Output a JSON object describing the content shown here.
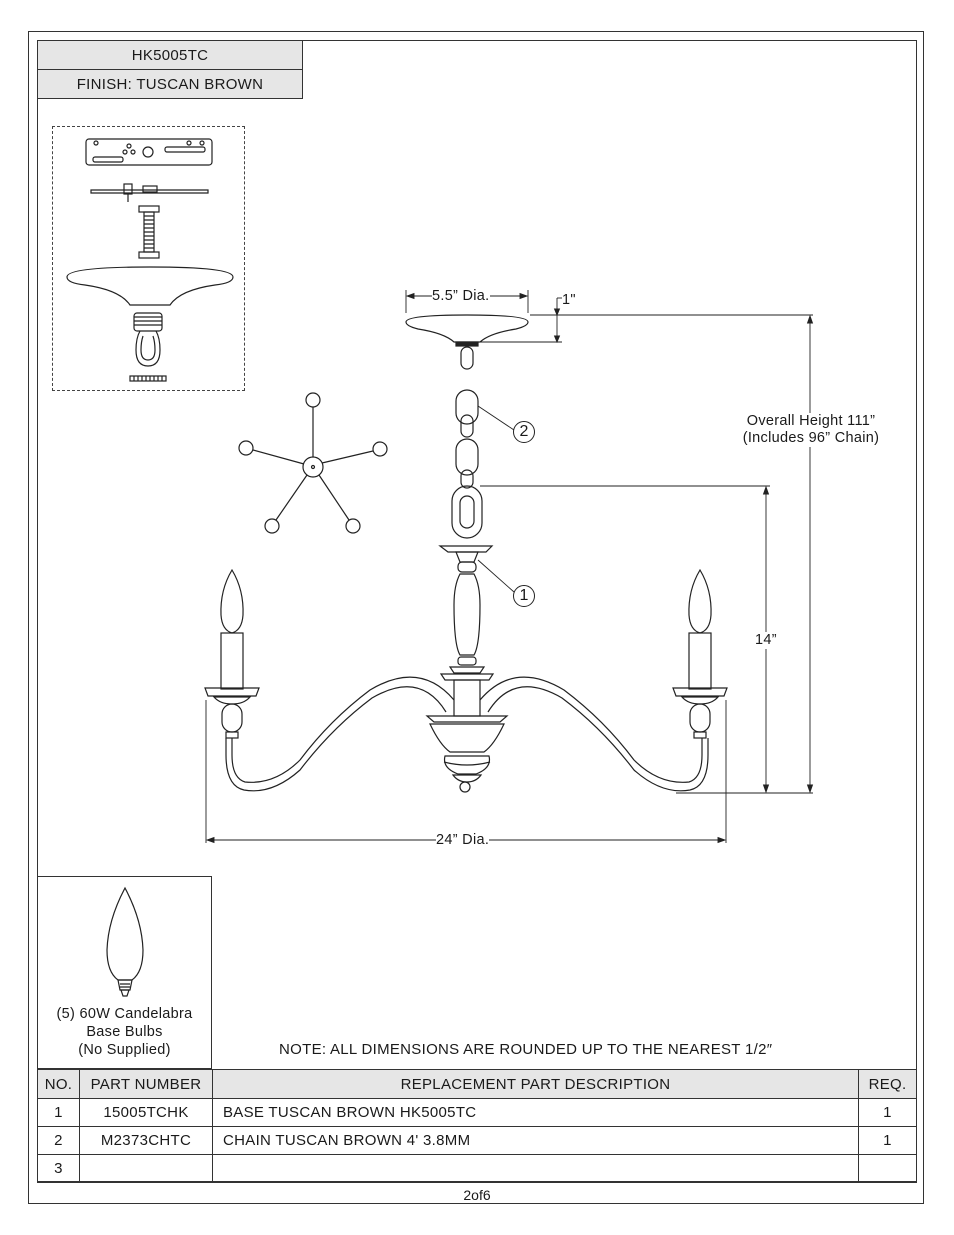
{
  "header": {
    "model": "HK5005TC",
    "finish": "FINISH: TUSCAN BROWN"
  },
  "dimensions": {
    "canopy_diameter": "5.5” Dia.",
    "canopy_height": "1\"",
    "overall_height_line1": "Overall Height 111”",
    "overall_height_line2": "(Includes 96” Chain)",
    "body_height": "14”",
    "fixture_diameter": "24” Dia."
  },
  "callouts": [
    "1",
    "2"
  ],
  "bulb": {
    "line1": "(5) 60W Candelabra",
    "line2": "Base Bulbs",
    "line3": "(No Supplied)"
  },
  "note": "NOTE:  ALL DIMENSIONS ARE ROUNDED UP TO THE NEAREST  1/2″",
  "table": {
    "headers": {
      "no": "NO.",
      "part_number": "PART NUMBER",
      "description": "REPLACEMENT PART DESCRIPTION",
      "req": "REQ."
    },
    "rows": [
      {
        "no": "1",
        "part_number": "15005TCHK",
        "description": "BASE TUSCAN BROWN HK5005TC",
        "req": "1"
      },
      {
        "no": "2",
        "part_number": "M2373CHTC",
        "description": "CHAIN TUSCAN BROWN 4' 3.8MM",
        "req": "1"
      },
      {
        "no": "3",
        "part_number": "",
        "description": "",
        "req": ""
      }
    ]
  },
  "page_number": "2of6"
}
